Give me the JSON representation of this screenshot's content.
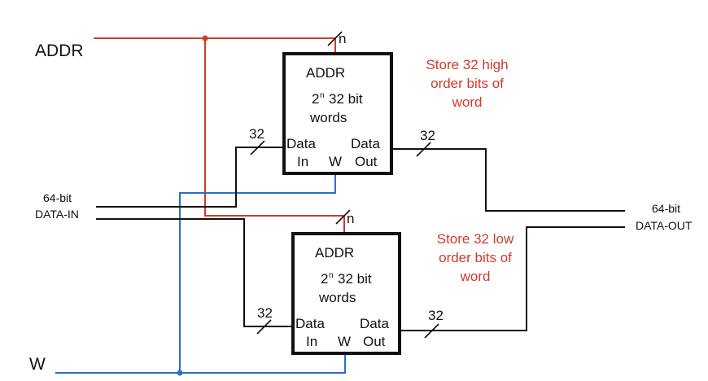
{
  "inputs": {
    "addr": "ADDR",
    "data_in_line1": "64-bit",
    "data_in_line2": "DATA-IN",
    "w": "W"
  },
  "output": {
    "line1": "64-bit",
    "line2": "DATA-OUT"
  },
  "memory_high": {
    "addr_label": "ADDR",
    "size_base": "2",
    "size_exp": "n",
    "size_rest": "32 bit",
    "words": "words",
    "data_in_1": "Data",
    "data_in_2": "In",
    "w": "W",
    "data_out_1": "Data",
    "data_out_2": "Out",
    "addr_width": "n",
    "in_width": "32",
    "out_width": "32",
    "note": [
      "Store 32 high",
      "order bits of",
      "word"
    ]
  },
  "memory_low": {
    "addr_label": "ADDR",
    "size_base": "2",
    "size_exp": "n",
    "size_rest": "32 bit",
    "words": "words",
    "data_in_1": "Data",
    "data_in_2": "In",
    "w": "W",
    "data_out_1": "Data",
    "data_out_2": "Out",
    "addr_width": "n",
    "in_width": "32",
    "out_width": "32",
    "note": [
      "Store 32 low",
      "order bits of",
      "word"
    ]
  },
  "colors": {
    "addr_wire": "#d03a2a",
    "w_wire": "#2a6fc9",
    "data_wire": "#111111"
  }
}
